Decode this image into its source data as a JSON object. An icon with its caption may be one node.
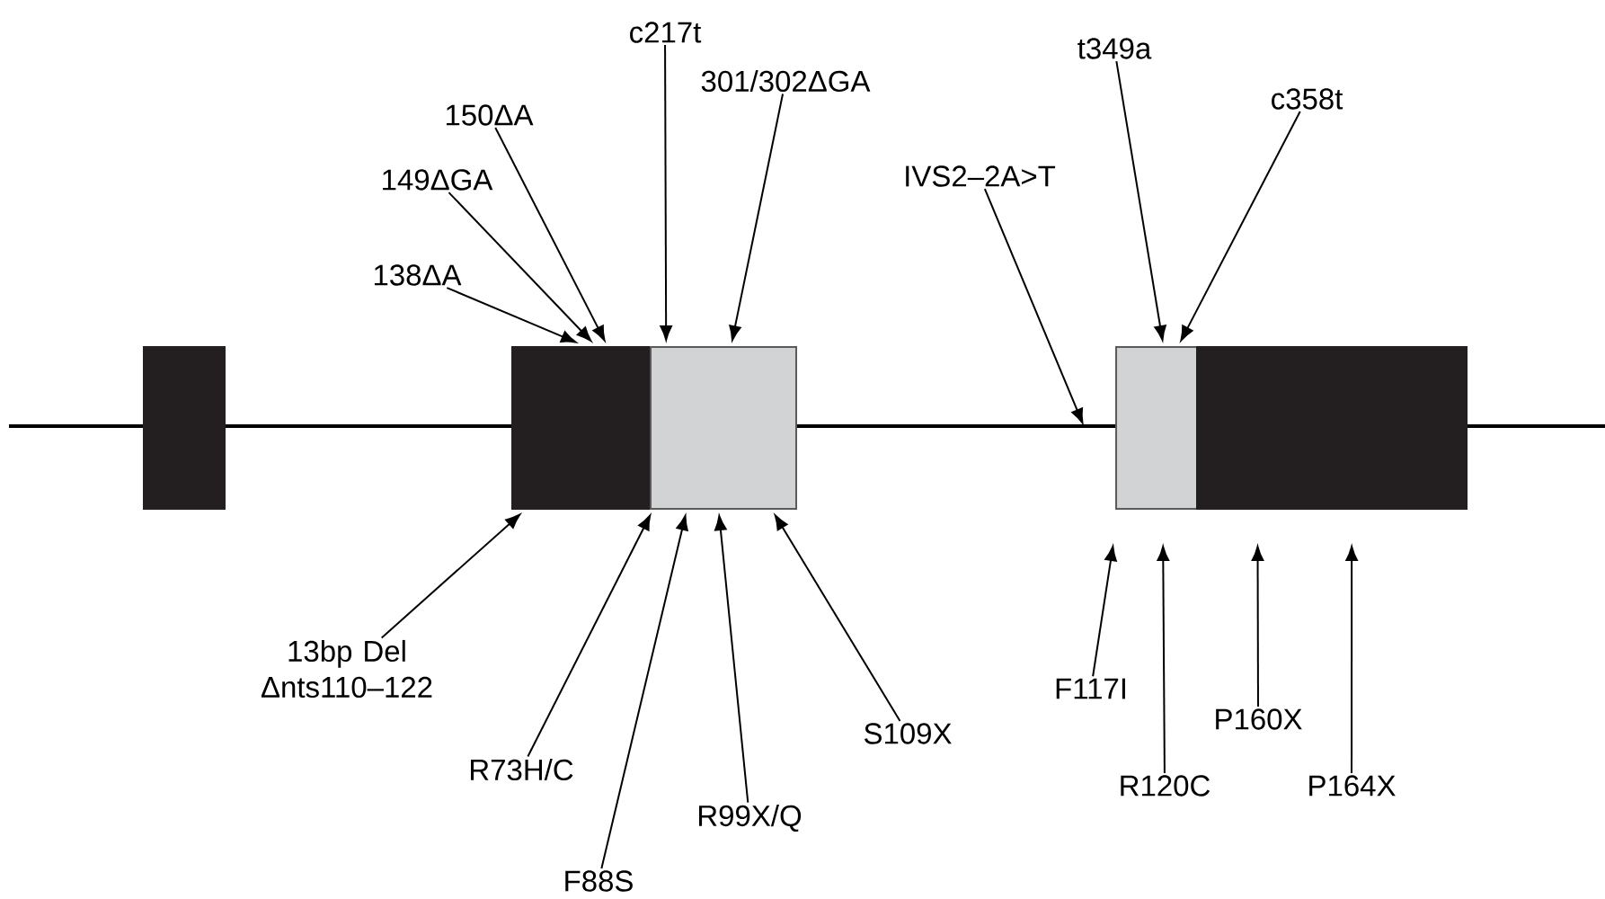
{
  "diagram": {
    "nodes": [
      {
        "text": [],
        "shape": "box"
      },
      {
        "text": [],
        "shape": "box"
      },
      {
        "text": [],
        "shape": "box"
      },
      {
        "text": [],
        "shape": "box"
      },
      {
        "text": [],
        "shape": "box"
      },
      {
        "text": [
          "c217t"
        ]
      },
      {
        "text": [
          "301/302ΔGA"
        ]
      },
      {
        "text": [
          "150ΔA"
        ]
      },
      {
        "text": [
          "149ΔGA"
        ]
      },
      {
        "text": [
          "138ΔA"
        ]
      },
      {
        "text": [
          "IVS2–2A>T"
        ]
      },
      {
        "text": [
          "t349a"
        ]
      },
      {
        "text": [
          "c358t"
        ]
      },
      {
        "text": [
          "13bp Del Δnts110–122"
        ]
      },
      {
        "text": [
          "R73H/C"
        ]
      },
      {
        "text": [
          "F88S"
        ]
      },
      {
        "text": [
          "R99X/Q"
        ]
      },
      {
        "text": [
          "S109X"
        ]
      },
      {
        "text": [
          "F117I"
        ]
      },
      {
        "text": [
          "R120C"
        ]
      },
      {
        "text": [
          "P160X"
        ]
      },
      {
        "text": [
          "P164X"
        ]
      }
    ],
    "edges": [
      {
        "from": 5,
        "to": 2,
        "arrow": "to"
      },
      {
        "from": 6,
        "to": 2,
        "arrow": "to"
      },
      {
        "from": 7,
        "to": 1,
        "arrow": "to"
      },
      {
        "from": 8,
        "to": 1,
        "arrow": "to"
      },
      {
        "from": 9,
        "to": 1,
        "arrow": "to"
      },
      {
        "from": 10,
        "to": null,
        "arrow": "to"
      },
      {
        "from": 11,
        "to": 3,
        "arrow": "to"
      },
      {
        "from": 12,
        "to": 3,
        "arrow": "to"
      },
      {
        "from": 13,
        "to": 1,
        "arrow": "to"
      },
      {
        "from": 14,
        "to": 1,
        "arrow": "to"
      },
      {
        "from": 15,
        "to": 2,
        "arrow": "to"
      },
      {
        "from": 16,
        "to": 2,
        "arrow": "to"
      },
      {
        "from": 17,
        "to": 2,
        "arrow": "to"
      },
      {
        "from": 18,
        "to": 3,
        "arrow": "to"
      },
      {
        "from": 19,
        "to": 3,
        "arrow": "to"
      },
      {
        "from": 20,
        "to": 4,
        "arrow": "to"
      },
      {
        "from": 21,
        "to": 4,
        "arrow": "to"
      }
    ]
  }
}
